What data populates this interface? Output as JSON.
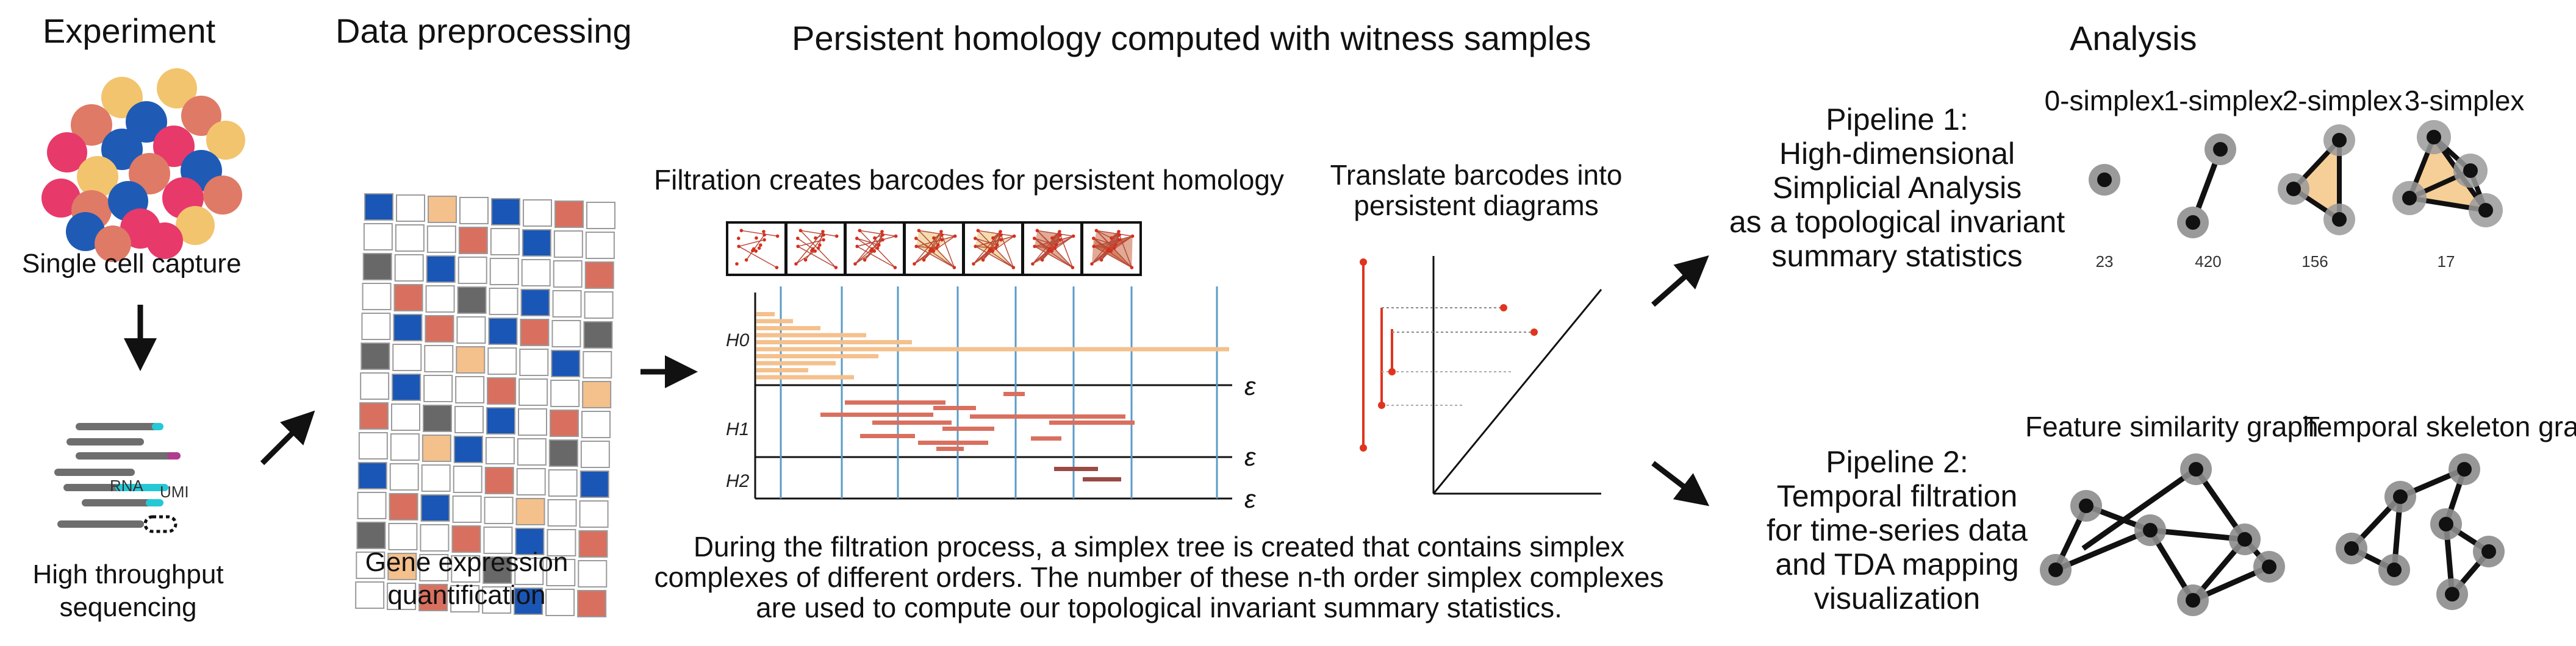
{
  "sections": {
    "experiment": "Experiment",
    "preprocessing": "Data preprocessing",
    "persistent": "Persistent homology computed with witness samples",
    "analysis": "Analysis"
  },
  "experiment": {
    "capture_label": "Single cell capture",
    "sequencing_label_1": "High throughput",
    "sequencing_label_2": "sequencing",
    "rna_label": "RNA",
    "umi_label": "UMI"
  },
  "preprocessing": {
    "label_1": "Gene expression",
    "label_2": "quantification"
  },
  "persistent": {
    "filtration_title": "Filtration creates barcodes for persistent homology",
    "translate_title_1": "Translate barcodes into",
    "translate_title_2": "persistent diagrams",
    "h0": "H0",
    "h1": "H1",
    "h2": "H2",
    "epsilon": "ε",
    "description_1": "During the filtration process, a simplex tree is created that contains simplex",
    "description_2": "complexes of different orders. The number of these n-th order simplex complexes",
    "description_3": "are used to compute our topological invariant summary statistics."
  },
  "pipeline1": {
    "line_1": "Pipeline 1:",
    "line_2": "High-dimensional",
    "line_3": "Simplicial Analysis",
    "line_4": "as a topological invariant",
    "line_5": "summary statistics",
    "simplices": [
      {
        "label": "0-simplex",
        "count": "23"
      },
      {
        "label": "1-simplex",
        "count": "420"
      },
      {
        "label": "2-simplex",
        "count": "156"
      },
      {
        "label": "3-simplex",
        "count": "17"
      }
    ]
  },
  "pipeline2": {
    "line_1": "Pipeline 2:",
    "line_2": "Temporal filtration",
    "line_3": "for time-series data",
    "line_4": "and TDA mapping",
    "line_5": "visualization",
    "graph_1": "Feature similarity graph",
    "graph_2": "Temporal skeleton graph"
  },
  "colors": {
    "pink": "#e8396b",
    "orange": "#f2c46e",
    "blue": "#1f5bb5",
    "salmon": "#df7a66",
    "grid_blue": "#1a56b5",
    "grid_red": "#d9705f",
    "grid_peach": "#f4c08c",
    "grid_gray": "#686868",
    "bar_h0": "#f4c08c",
    "bar_h1": "#d9705f",
    "bar_h2": "#9a4a44",
    "diagram_red": "#e0341f",
    "grid_line_blue": "#5b9bc8",
    "triangle_fill": "#f5cf97"
  }
}
